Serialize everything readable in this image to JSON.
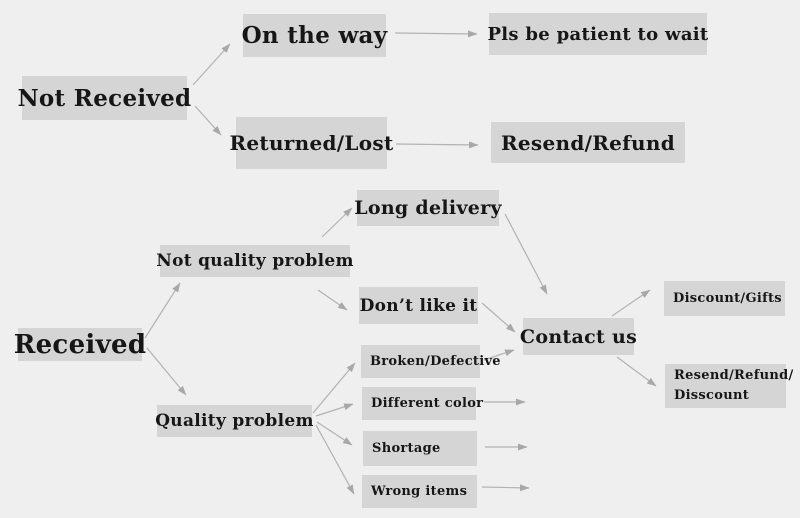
{
  "diagram_type": "flowchart",
  "colors": {
    "background": "#f0efef",
    "node_background": "#d5d5d5",
    "text": "#161616",
    "arrow": "#b2b2b2"
  },
  "nodes": {
    "not_received": {
      "label": "Not Received"
    },
    "on_the_way": {
      "label": "On the way"
    },
    "pls_be_patient": {
      "label": "Pls be patient to wait"
    },
    "returned_lost": {
      "label": "Returned/Lost"
    },
    "resend_refund": {
      "label": "Resend/Refund"
    },
    "received": {
      "label": "Received"
    },
    "not_quality_problem": {
      "label": "Not quality problem"
    },
    "long_delivery": {
      "label": "Long delivery"
    },
    "dont_like_it": {
      "label": "Don’t like it"
    },
    "contact_us": {
      "label": "Contact us"
    },
    "quality_problem": {
      "label": "Quality problem"
    },
    "broken_defective": {
      "label": "Broken/Defective"
    },
    "different_color": {
      "label": "Different color"
    },
    "shortage": {
      "label": "Shortage"
    },
    "wrong_items": {
      "label": "Wrong items"
    },
    "discount_gifts": {
      "label": "Discount/Gifts"
    },
    "resend_refund_disscount": {
      "line1": "Resend/Refund/",
      "line2": "Disscount"
    }
  },
  "edges": [
    {
      "from": "not_received",
      "to": "on_the_way"
    },
    {
      "from": "not_received",
      "to": "returned_lost"
    },
    {
      "from": "on_the_way",
      "to": "pls_be_patient"
    },
    {
      "from": "returned_lost",
      "to": "resend_refund"
    },
    {
      "from": "received",
      "to": "not_quality_problem"
    },
    {
      "from": "received",
      "to": "quality_problem"
    },
    {
      "from": "not_quality_problem",
      "to": "long_delivery"
    },
    {
      "from": "not_quality_problem",
      "to": "dont_like_it"
    },
    {
      "from": "long_delivery",
      "to": "contact_us"
    },
    {
      "from": "dont_like_it",
      "to": "contact_us"
    },
    {
      "from": "quality_problem",
      "to": "broken_defective"
    },
    {
      "from": "quality_problem",
      "to": "different_color"
    },
    {
      "from": "quality_problem",
      "to": "shortage"
    },
    {
      "from": "quality_problem",
      "to": "wrong_items"
    },
    {
      "from": "broken_defective",
      "to": "contact_us"
    },
    {
      "from": "different_color",
      "to": "contact_us"
    },
    {
      "from": "shortage",
      "to": "contact_us"
    },
    {
      "from": "wrong_items",
      "to": "contact_us"
    },
    {
      "from": "contact_us",
      "to": "discount_gifts"
    },
    {
      "from": "contact_us",
      "to": "resend_refund_disscount"
    }
  ]
}
